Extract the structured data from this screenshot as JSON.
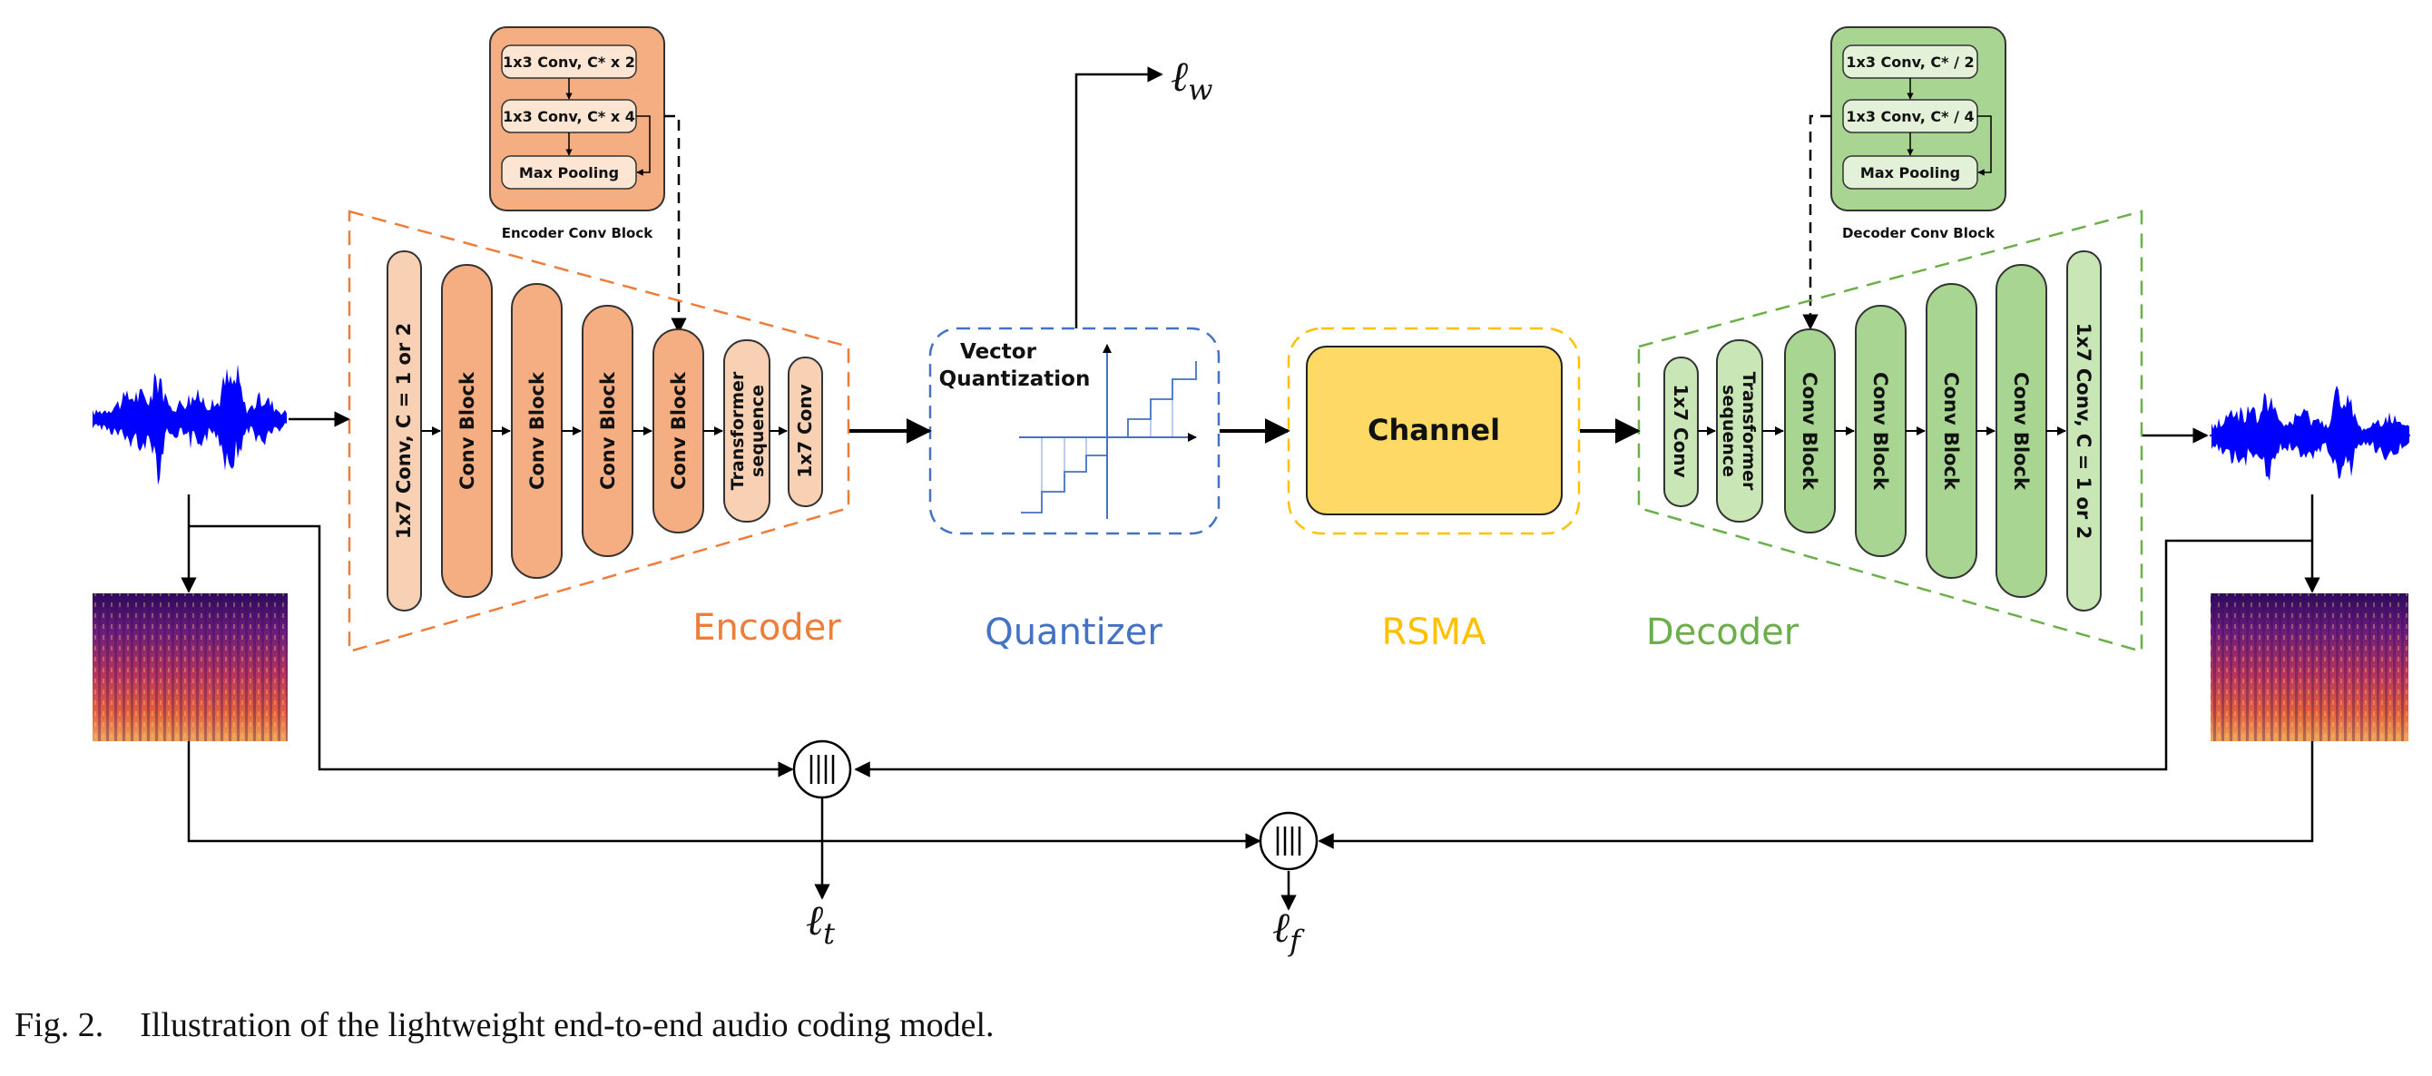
{
  "encoder_conv_block": {
    "title": "Encoder Conv Block",
    "layers": [
      "1x3 Conv, C* x 2",
      "1x3 Conv, C* x 4",
      "Max Pooling"
    ]
  },
  "decoder_conv_block": {
    "title": "Decoder Conv Block",
    "layers": [
      "1x3 Conv, C* / 2",
      "1x3 Conv, C* / 4",
      "Max Pooling"
    ]
  },
  "encoder": {
    "label": "Encoder",
    "layers": [
      "1x7 Conv, C = 1 or 2",
      "Conv Block",
      "Conv Block",
      "Conv Block",
      "Conv Block",
      "Transformer sequence",
      "1x7 Conv"
    ]
  },
  "quantizer": {
    "label": "Quantizer",
    "title_line1": "Vector",
    "title_line2": "Quantization"
  },
  "rsma": {
    "label": "RSMA",
    "channel": "Channel"
  },
  "decoder": {
    "label": "Decoder",
    "layers": [
      "1x7 Conv",
      "Transformer sequence",
      "Conv Block",
      "Conv Block",
      "Conv Block",
      "Conv Block",
      "1x7 Conv, C = 1 or 2"
    ]
  },
  "losses": {
    "lw": "ℓ",
    "lw_sub": "w",
    "lt": "ℓ",
    "lt_sub": "t",
    "lf": "ℓ",
    "lf_sub": "f"
  },
  "caption": {
    "number": "Fig. 2.",
    "text": "Illustration of the lightweight end-to-end audio coding model."
  },
  "colors": {
    "encoder_dark": "#f4ae82",
    "encoder_light": "#f8d0b4",
    "encoder_stroke": "#ee7d3a",
    "decoder_dark": "#a8d592",
    "decoder_light": "#c8e6b6",
    "decoder_stroke": "#6aaf4a",
    "quantizer": "#4472c4",
    "rsma": "#ffc000",
    "channel_fill": "#ffd966",
    "waveform": "#0000ff"
  }
}
